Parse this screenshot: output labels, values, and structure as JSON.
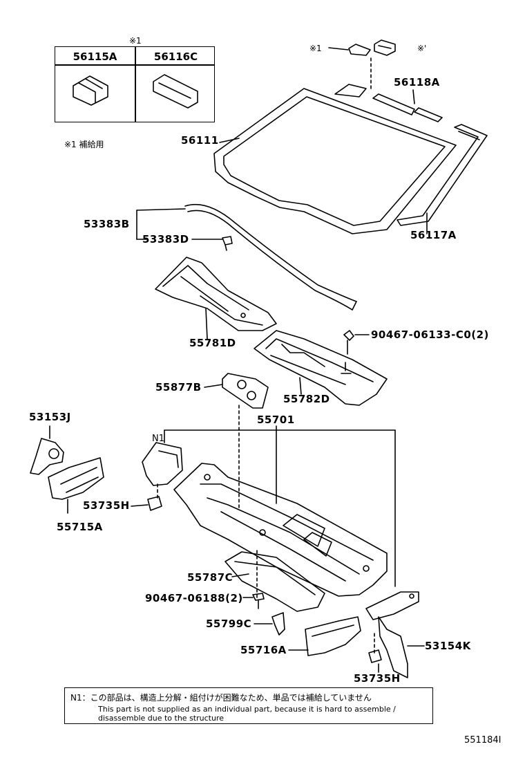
{
  "supply_note": {
    "mark": "※1",
    "col1": "56115A",
    "col2": "56116C",
    "caption": "※1 補給用"
  },
  "top_marks": {
    "left": "※1",
    "right": "※'"
  },
  "parts": {
    "p56118A": "56118A",
    "p56111": "56111",
    "p53383B": "53383B",
    "p53383D": "53383D",
    "p56117A": "56117A",
    "p90467_06133": "90467-06133-C0(2)",
    "p55781D": "55781D",
    "p55782D": "55782D",
    "p55877B": "55877B",
    "p55701": "55701",
    "p53153J": "53153J",
    "n1": "N1",
    "p53735H_a": "53735H",
    "p55715A": "55715A",
    "p55787C": "55787C",
    "p90467_06188": "90467-06188(2)",
    "p55799C": "55799C",
    "p55716A": "55716A",
    "p53154K": "53154K",
    "p53735H_b": "53735H"
  },
  "footnote": {
    "japanese": "N1：この部品は、構造上分解・組付けが困難なため、単品では補給していません",
    "english_line1": "This part is not supplied as an individual part, because it is hard to assemble /",
    "english_line2": "disassemble due to the structure"
  },
  "diagram_id": "551184I"
}
